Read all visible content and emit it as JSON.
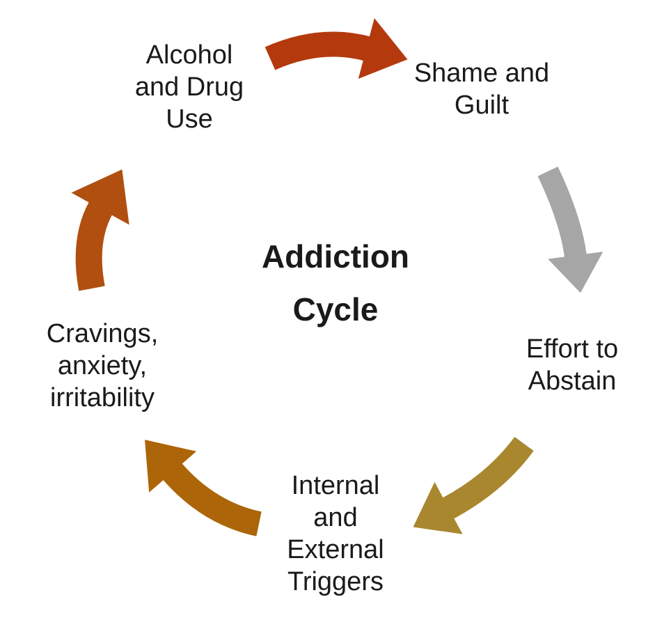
{
  "title": {
    "text": "Addiction\nCycle"
  },
  "colors": {
    "background": "#ffffff",
    "text": "#1a1a1a"
  },
  "stages": [
    {
      "id": "alcohol-and-drug-use",
      "label": "Alcohol\nand Drug\nUse"
    },
    {
      "id": "shame-and-guilt",
      "label": "Shame and\nGuilt"
    },
    {
      "id": "effort-to-abstain",
      "label": "Effort to\nAbstain"
    },
    {
      "id": "internal-and-external-triggers",
      "label": "Internal\nand\nExternal\nTriggers"
    },
    {
      "id": "cravings-anxiety-irritability",
      "label": "Cravings,\nanxiety,\nirritability"
    }
  ],
  "arrows": {
    "alcohol_to_shame": {
      "from": "Alcohol and Drug Use",
      "to": "Shame and Guilt",
      "color": "#B43A0E"
    },
    "shame_to_effort": {
      "from": "Shame and Guilt",
      "to": "Effort to Abstain",
      "color": "#A6A6A6"
    },
    "effort_to_triggers": {
      "from": "Effort to Abstain",
      "to": "Internal and External Triggers",
      "color": "#A8872F"
    },
    "triggers_to_cravings": {
      "from": "Internal and External Triggers",
      "to": "Cravings, anxiety, irritability",
      "color": "#AC6508"
    },
    "cravings_to_alcohol": {
      "from": "Cravings, anxiety, irritability",
      "to": "Alcohol and Drug Use",
      "color": "#B04F10"
    }
  }
}
